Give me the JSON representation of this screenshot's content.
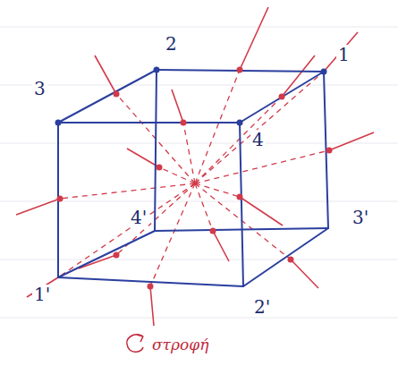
{
  "diagram": {
    "labels": [
      "2",
      "1",
      "3",
      "4",
      "4'",
      "3'",
      "1'",
      "2'",
      "στροφή"
    ]
  }
}
